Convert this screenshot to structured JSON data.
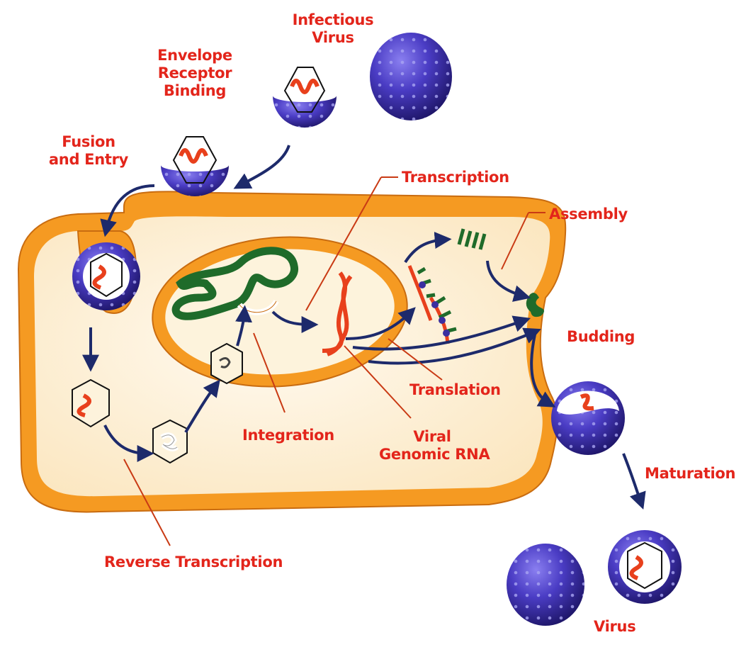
{
  "diagram": {
    "labels": {
      "infectious_virus": [
        "Infectious",
        "Virus"
      ],
      "envelope_receptor_binding": [
        "Envelope",
        "Receptor",
        "Binding"
      ],
      "fusion_and_entry": [
        "Fusion",
        "and Entry"
      ],
      "transcription": "Transcription",
      "assembly": "Assembly",
      "budding": "Budding",
      "translation": "Translation",
      "integration": "Integration",
      "viral_genomic_rna": [
        "Viral",
        "Genomic RNA"
      ],
      "maturation": "Maturation",
      "reverse_transcription": "Reverse Transcription",
      "virus": "Virus"
    },
    "colors": {
      "label_red": "#e3251b",
      "membrane_orange": "#f59a22",
      "cytoplasm_cream": "#fdf3dc",
      "virion_purple": "#3b2fa0",
      "arrow_navy": "#1d2a6b",
      "dna_green": "#1f6b2a",
      "rna_red": "#e8401c"
    }
  }
}
